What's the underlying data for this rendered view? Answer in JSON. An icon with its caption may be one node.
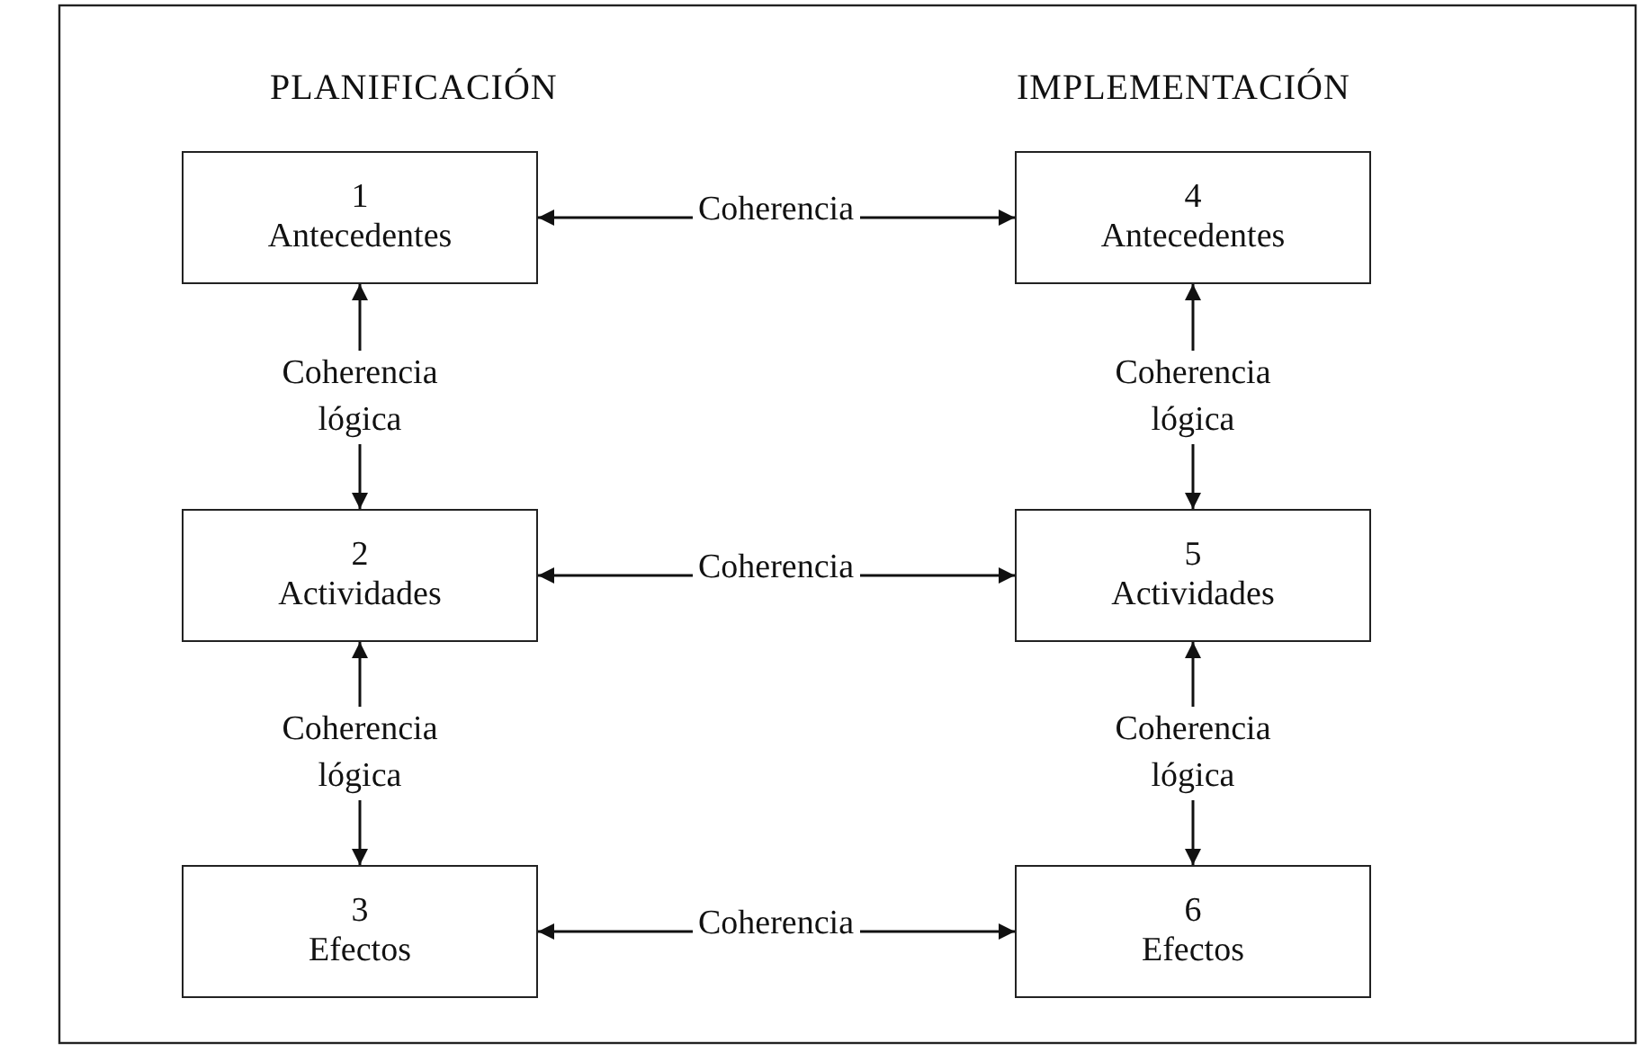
{
  "diagram": {
    "nodes": [
      {
        "text": [
          "1",
          "Antecedentes"
        ]
      },
      {
        "text": [
          "2",
          "Actividades"
        ]
      },
      {
        "text": [
          "3",
          "Efectos"
        ]
      },
      {
        "text": [
          "4",
          "Antecedentes"
        ]
      },
      {
        "text": [
          "5",
          "Actividades"
        ]
      },
      {
        "text": [
          "6",
          "Efectos"
        ]
      }
    ],
    "edges": [
      {
        "from": 0,
        "to": 3,
        "arrow": "both",
        "label": "Coherencia"
      },
      {
        "from": 0,
        "to": 1,
        "arrow": "both",
        "label": "Coherencia lógica"
      },
      {
        "from": 3,
        "to": 4,
        "arrow": "both",
        "label": "Coherencia lógica"
      },
      {
        "from": 1,
        "to": 4,
        "arrow": "both",
        "label": "Coherencia"
      },
      {
        "from": 1,
        "to": 2,
        "arrow": "both",
        "label": "Coherencia lógica"
      },
      {
        "from": 4,
        "to": 5,
        "arrow": "both",
        "label": "Coherencia lógica"
      },
      {
        "from": 2,
        "to": 5,
        "arrow": "both",
        "label": "Coherencia"
      }
    ],
    "labels": [
      "PLANIFICACIÓN",
      "IMPLEMENTACIÓN"
    ]
  }
}
